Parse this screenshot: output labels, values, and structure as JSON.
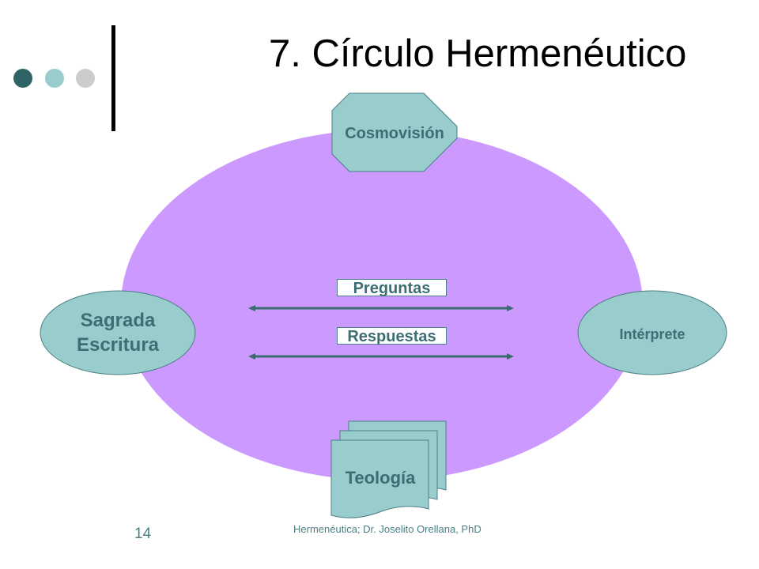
{
  "slide": {
    "title": "7. Círculo Hermenéutico",
    "page_number": "14",
    "footer": "Hermenéutica; Dr. Joselito Orellana, PhD"
  },
  "decor": {
    "dot_colors": [
      "#2f6466",
      "#99cccc",
      "#cccccc"
    ]
  },
  "colors": {
    "circle_fill": "#cc99ff",
    "node_fill": "#99cccc",
    "arrow_color": "#3a6b6e"
  },
  "diagram": {
    "top_node": "Cosmovisión",
    "left_node_line1": "Sagrada",
    "left_node_line2": "Escritura",
    "right_node": "Intérprete",
    "bottom_node": "Teología",
    "arrow_top_label": "Preguntas",
    "arrow_bottom_label": "Respuestas"
  }
}
